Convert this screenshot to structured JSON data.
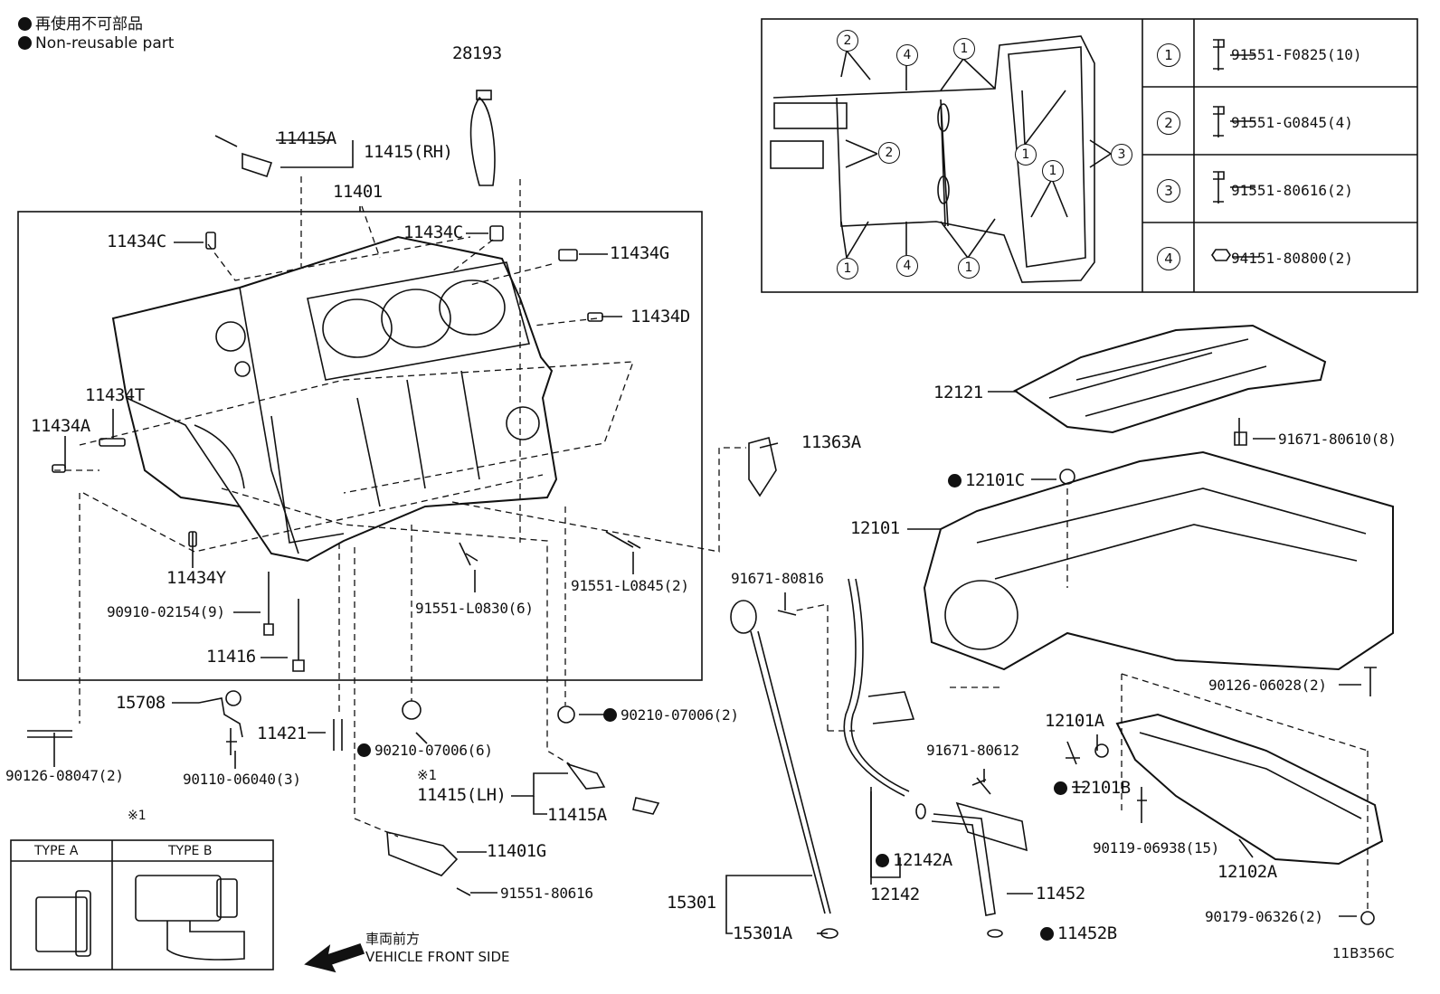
{
  "note": {
    "jp": "再使用不可部品",
    "en": "Non-reusable part"
  },
  "diagram_code": "11B356C",
  "front_label": {
    "jp": "車両前方",
    "en": "VEHICLE FRONT SIDE"
  },
  "type_box": {
    "mark": "※1",
    "type_a": "TYPE A",
    "type_b": "TYPE B"
  },
  "legend": [
    {
      "n": "1",
      "part": "91551-F0825(10)"
    },
    {
      "n": "2",
      "part": "91551-G0845(4)"
    },
    {
      "n": "3",
      "part": "91551-80616(2)"
    },
    {
      "n": "4",
      "part": "94151-80800(2)"
    }
  ],
  "labels": {
    "p28193": "28193",
    "p11415A_top": "11415A",
    "p11415RH": "11415(RH)",
    "p11401": "11401",
    "p11434C_l": "11434C",
    "p11434C_r": "11434C",
    "p11434G": "11434G",
    "p11434D": "11434D",
    "p11434T": "11434T",
    "p11434A": "11434A",
    "p11434Y": "11434Y",
    "p90910": "90910-02154(9)",
    "p11416": "11416",
    "p91551L0830": "91551-L0830(6)",
    "p91551L0845": "91551-L0845(2)",
    "p11363A": "11363A",
    "p12121": "12121",
    "p91671_80610": "91671-80610(8)",
    "p12101C": "12101C",
    "p12101": "12101",
    "p91671_80816": "91671-80816",
    "p15708": "15708",
    "p11421": "11421",
    "p90210_6": "90210-07006(6)",
    "p90210_2": "90210-07006(2)",
    "p90126_08047": "90126-08047(2)",
    "p90110": "90110-06040(3)",
    "p11415LH_mark": "※1",
    "p11415LH": "11415(LH)",
    "p11415A_bot": "11415A",
    "p11401G": "11401G",
    "p91551_80616": "91551-80616",
    "p15301": "15301",
    "p15301A": "15301A",
    "p12142": "12142",
    "p12142A": "12142A",
    "p91671_80612": "91671-80612",
    "p11452": "11452",
    "p11452B": "11452B",
    "p12101A": "12101A",
    "p12101B": "12101B",
    "p90119": "90119-06938(15)",
    "p12102A": "12102A",
    "p90126_06028": "90126-06028(2)",
    "p90179": "90179-06326(2)"
  },
  "inset_callouts": [
    "2",
    "4",
    "1",
    "2",
    "3",
    "1",
    "1",
    "4",
    "1"
  ]
}
